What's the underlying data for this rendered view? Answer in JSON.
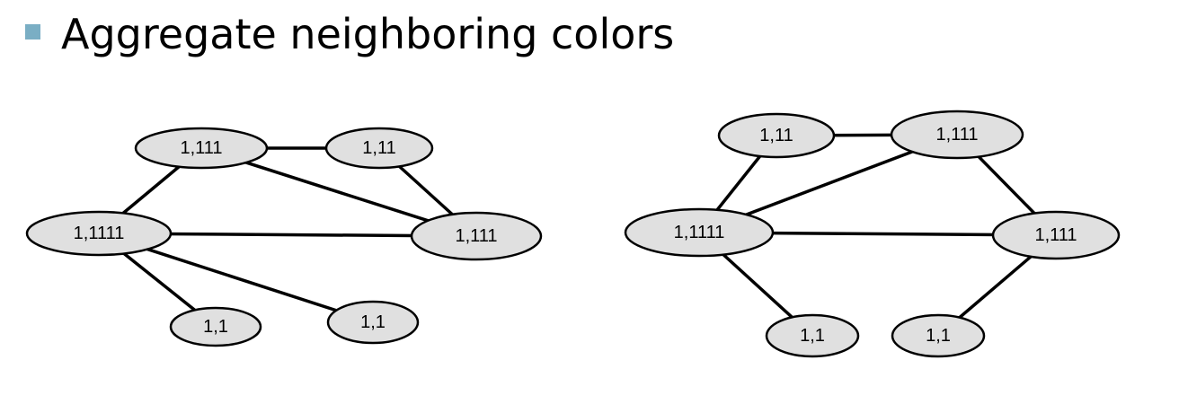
{
  "slide": {
    "title": "Aggregate neighboring colors",
    "bullet_color": "#7aaec4"
  },
  "graphs": [
    {
      "nodes": [
        {
          "id": "a",
          "label": "1,111"
        },
        {
          "id": "b",
          "label": "1,11"
        },
        {
          "id": "c",
          "label": "1,1111"
        },
        {
          "id": "d",
          "label": "1,111"
        },
        {
          "id": "e",
          "label": "1,1"
        },
        {
          "id": "f",
          "label": "1,1"
        }
      ],
      "edges": [
        [
          "a",
          "b"
        ],
        [
          "a",
          "c"
        ],
        [
          "a",
          "d"
        ],
        [
          "b",
          "d"
        ],
        [
          "c",
          "d"
        ],
        [
          "c",
          "e"
        ],
        [
          "c",
          "f"
        ]
      ]
    },
    {
      "nodes": [
        {
          "id": "a",
          "label": "1,11"
        },
        {
          "id": "b",
          "label": "1,111"
        },
        {
          "id": "c",
          "label": "1,1111"
        },
        {
          "id": "d",
          "label": "1,111"
        },
        {
          "id": "e",
          "label": "1,1"
        },
        {
          "id": "f",
          "label": "1,1"
        }
      ],
      "edges": [
        [
          "a",
          "b"
        ],
        [
          "a",
          "c"
        ],
        [
          "b",
          "c"
        ],
        [
          "b",
          "d"
        ],
        [
          "c",
          "d"
        ],
        [
          "c",
          "e"
        ],
        [
          "d",
          "f"
        ]
      ]
    }
  ]
}
